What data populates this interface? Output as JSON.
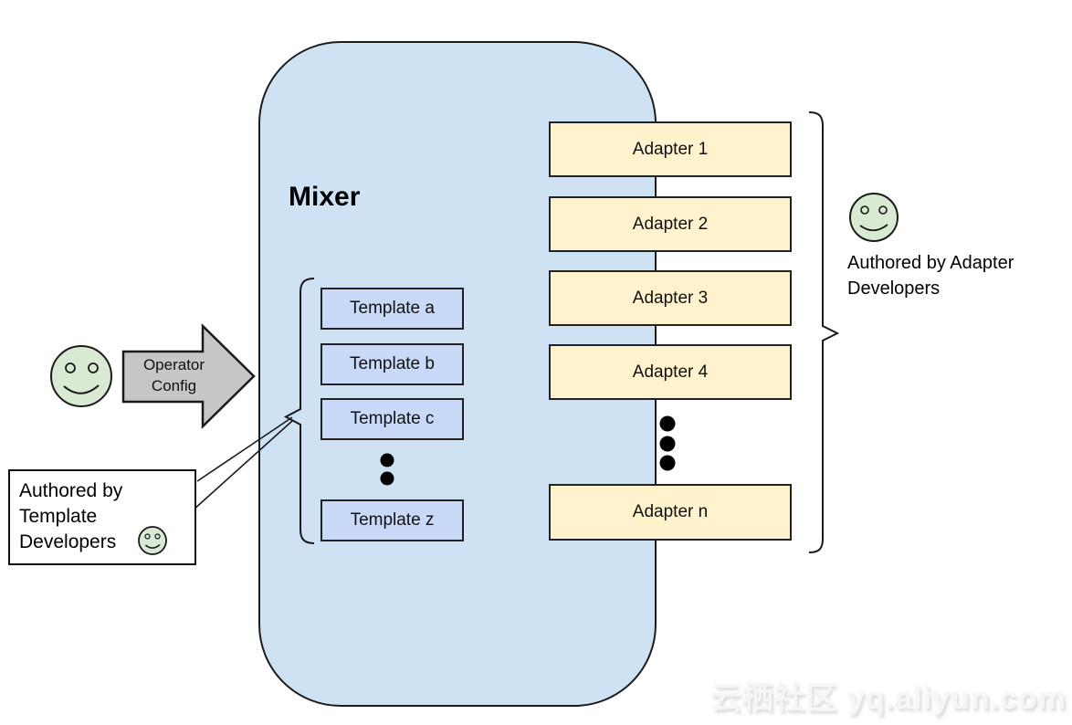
{
  "diagram": {
    "title": "Mixer",
    "templates": [
      "Template a",
      "Template b",
      "Template c",
      "Template z"
    ],
    "adapters": [
      "Adapter 1",
      "Adapter 2",
      "Adapter 3",
      "Adapter 4",
      "Adapter n"
    ],
    "operator_config": {
      "line1": "Operator",
      "line2": "Config"
    },
    "template_authors": "Authored by Template Developers",
    "adapter_authors": "Authored by Adapter Developers",
    "watermark": "云栖社区 yq.aliyun.com",
    "colors": {
      "mixer_fill": "#cfe2f3",
      "template_fill": "#c9daf8",
      "adapter_fill": "#fff2cc",
      "smiley_fill": "#d9ead3",
      "arrow_fill": "#c6c6c6",
      "stroke": "#1a1a1a"
    }
  }
}
